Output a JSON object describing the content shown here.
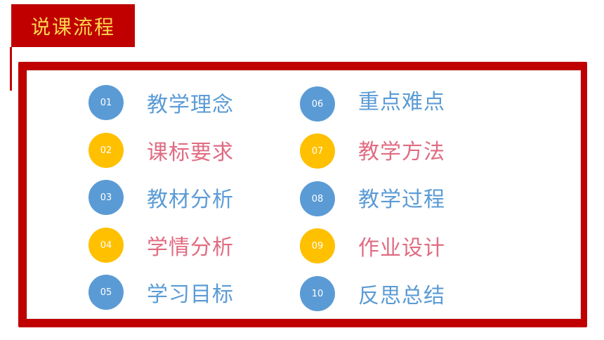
{
  "header": {
    "title": "说课流程"
  },
  "colors": {
    "frame": "#c00000",
    "title_text": "#ffd54f",
    "blue_circle": "#5b9bd5",
    "yellow_circle": "#ffc000",
    "blue_text": "#5b9bd5",
    "pink_text": "#e06c82"
  },
  "items": [
    {
      "number": "01",
      "label": "教学理念"
    },
    {
      "number": "02",
      "label": "课标要求"
    },
    {
      "number": "03",
      "label": "教材分析"
    },
    {
      "number": "04",
      "label": "学情分析"
    },
    {
      "number": "05",
      "label": "学习目标"
    },
    {
      "number": "06",
      "label": "重点难点"
    },
    {
      "number": "07",
      "label": "教学方法"
    },
    {
      "number": "08",
      "label": "教学过程"
    },
    {
      "number": "09",
      "label": "作业设计"
    },
    {
      "number": "10",
      "label": "反思总结"
    }
  ]
}
